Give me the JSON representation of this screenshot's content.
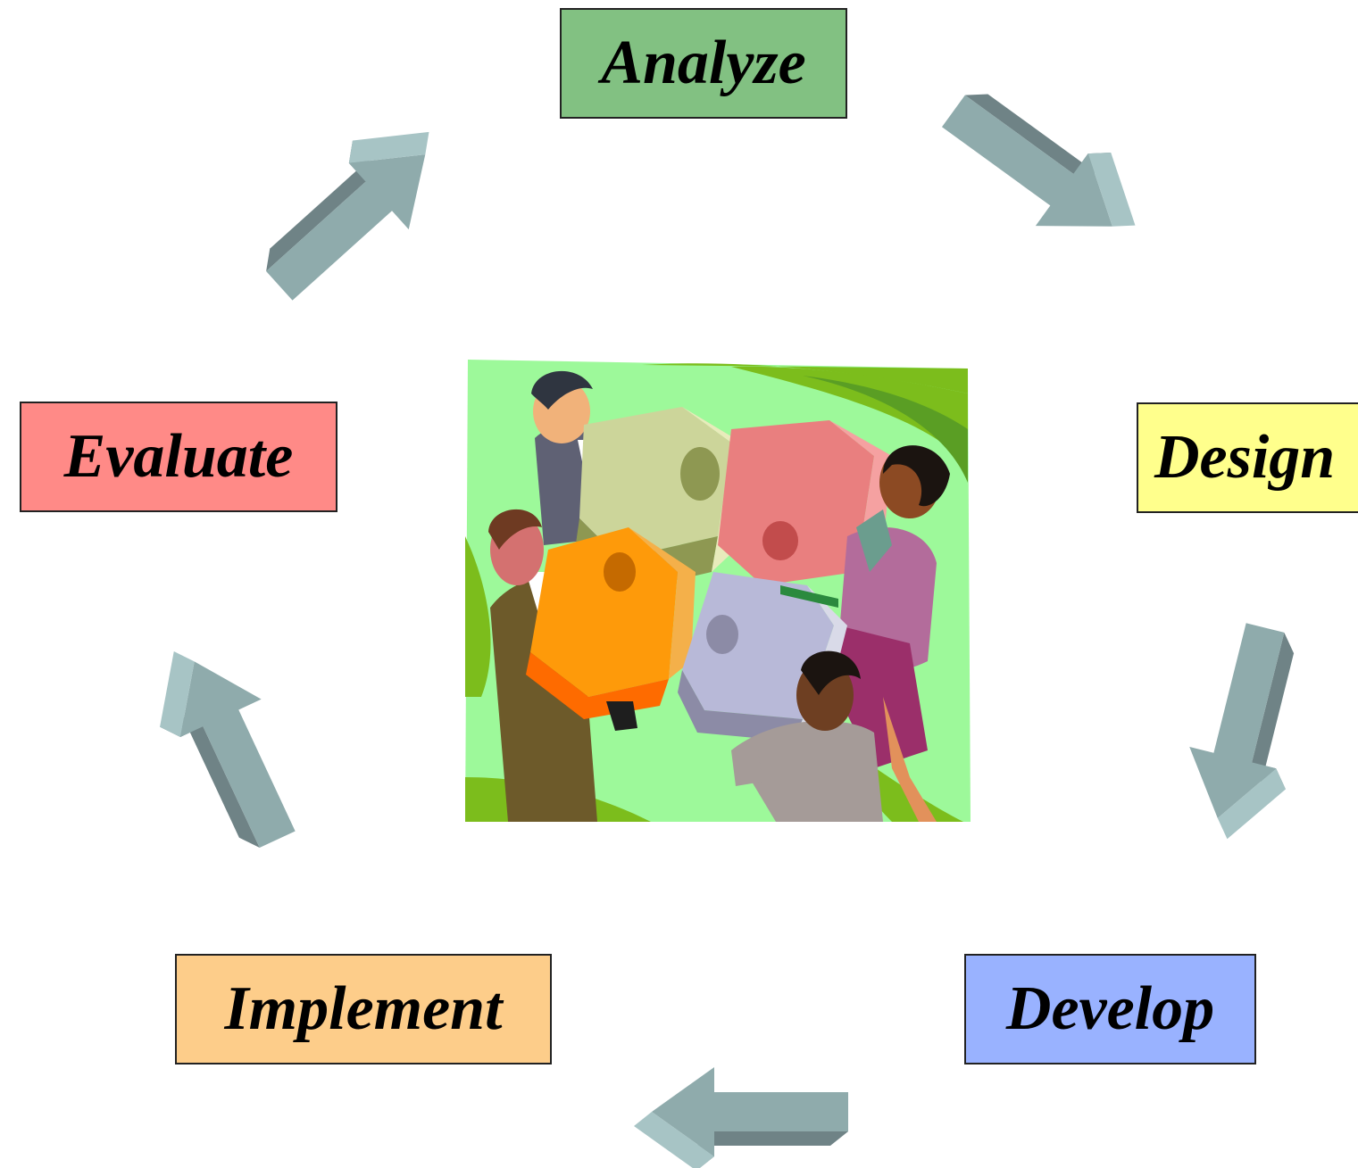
{
  "phases": {
    "analyze": {
      "label": "Analyze",
      "color": "#82c182"
    },
    "design": {
      "label": "Design",
      "color": "#ffff8c"
    },
    "develop": {
      "label": "Develop",
      "color": "#99b2ff"
    },
    "implement": {
      "label": "Implement",
      "color": "#fdcd8a"
    },
    "evaluate": {
      "label": "Evaluate",
      "color": "#ff8a87"
    }
  },
  "colors": {
    "arrow_top": "#6f8386",
    "arrow_front": "#8fabac",
    "arrow_side": "#a7c4c5"
  },
  "icons": [
    "arrow-right-icon",
    "puzzle-team-illustration"
  ]
}
